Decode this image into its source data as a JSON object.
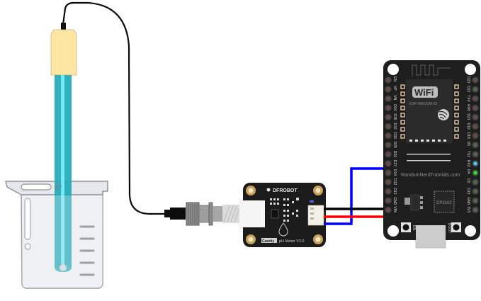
{
  "diagram": {
    "title": "pH probe wired to DFRobot Gravity pH Meter V2.0 and ESP32",
    "components": {
      "probe": {
        "name": "pH probe",
        "colors": {
          "cap": "#fde7a6",
          "tube": "#1fb4c8",
          "tube_highlight": "#6ff0ff"
        }
      },
      "beaker": {
        "name": "Beaker",
        "graduation_marks": 5
      },
      "bnc": {
        "name": "BNC connector"
      },
      "ph_meter": {
        "brand": "DFROBOT",
        "badge": "Gravity",
        "model": "pH Meter V2.0",
        "colors": {
          "board": "#1b1b1b",
          "mount_hole": "#c9a25a"
        }
      },
      "esp32": {
        "module_label": "ESP-WROOM-32",
        "wifi_logo": "WiFi",
        "watermark": "RandomNerdTutorials.com",
        "usb_chip": "CP2102",
        "button_left": "EN",
        "button_right": "BOOT",
        "left_pins": [
          "EN",
          "VP",
          "VN",
          "D34",
          "D35",
          "D32",
          "D33",
          "D25",
          "D26",
          "D27",
          "D14",
          "D12",
          "D13",
          "GND",
          "VIN"
        ],
        "right_pins": [
          "D23",
          "D22",
          "TX0",
          "RX0",
          "D21",
          "D19",
          "D18",
          "D5",
          "TX2",
          "RX2",
          "D4",
          "D2",
          "D15",
          "GND",
          "3V3"
        ],
        "colors": {
          "board": "#1e1e1e",
          "pin_pad": "#6b4a44",
          "pin_pad_green": "#4f6b4a"
        }
      }
    },
    "wires": [
      {
        "name": "signal",
        "color": "#0000ff",
        "from": "pH Meter signal",
        "to": "D27"
      },
      {
        "name": "ground",
        "color": "#000000",
        "from": "pH Meter GND",
        "to": "GND"
      },
      {
        "name": "power",
        "color": "#ff0000",
        "from": "pH Meter VCC",
        "to": "VIN"
      }
    ],
    "leds": {
      "rx2_color": "#3fd0ff",
      "d4_color": "#22ee22"
    }
  }
}
